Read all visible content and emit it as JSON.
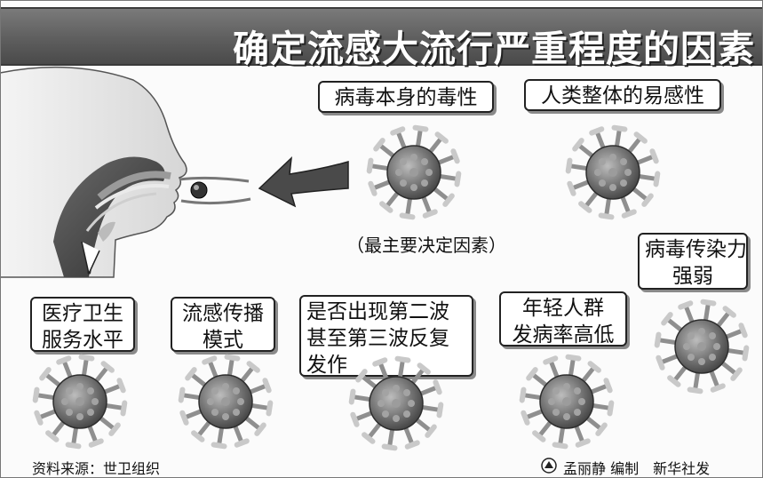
{
  "title": "确定流感大流行严重程度的因素",
  "factors": {
    "virulence": "病毒本身的毒性",
    "susceptibility": "人类整体的易感性",
    "decisive_note": "（最主要决定因素）",
    "transmissibility": [
      "病毒传染力",
      "强弱"
    ],
    "medical_service": [
      "医疗卫生",
      "服务水平"
    ],
    "transmission_mode": [
      "流感传播",
      "模式"
    ],
    "waves": [
      "是否出现第二波",
      "甚至第三波反复",
      "发作"
    ],
    "young_incidence": [
      "年轻人群",
      "发病率高低"
    ]
  },
  "footer": {
    "source": "资料来源：世卫组织",
    "credit": "孟丽静 编制　新华社发"
  },
  "icons": {
    "virus": "virus-particle-icon",
    "arrow": "left-arrow-icon",
    "head": "human-head-profile-icon",
    "logo": "xinhua-logo-icon"
  }
}
